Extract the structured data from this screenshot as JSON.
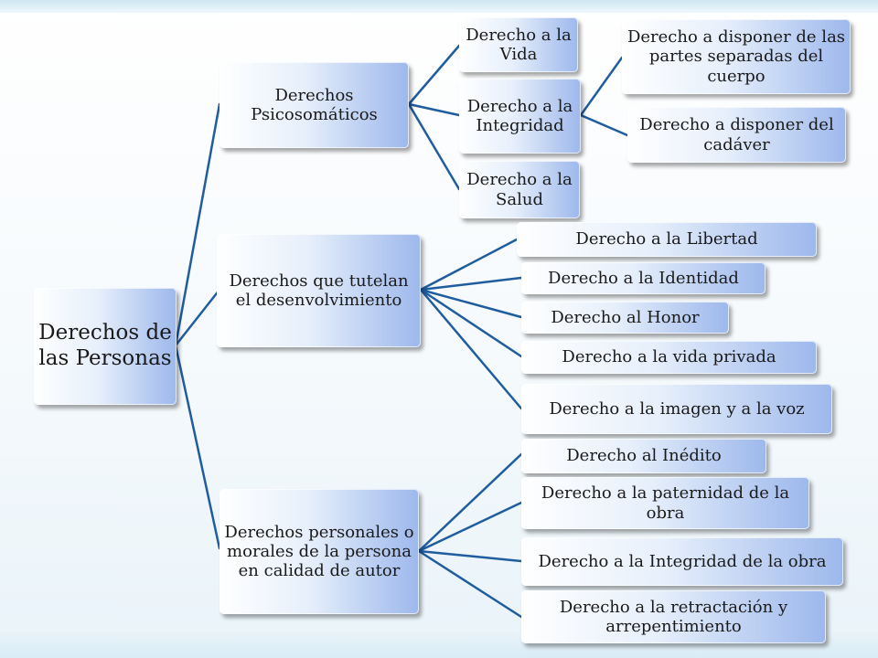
{
  "diagram": {
    "root": {
      "label": "Derechos de las Personas"
    },
    "branches": [
      {
        "label": "Derechos Psicosomáticos",
        "children": [
          {
            "label": "Derecho a la Vida"
          },
          {
            "label": "Derecho a la Integridad",
            "children": [
              {
                "label": "Derecho a disponer de las partes separadas del cuerpo"
              },
              {
                "label": "Derecho a disponer del cadáver"
              }
            ]
          },
          {
            "label": "Derecho a la Salud"
          }
        ]
      },
      {
        "label": "Derechos que tutelan el desenvolvimiento",
        "children": [
          {
            "label": "Derecho a la Libertad"
          },
          {
            "label": "Derecho a la Identidad"
          },
          {
            "label": "Derecho al Honor"
          },
          {
            "label": "Derecho a la vida privada"
          },
          {
            "label": "Derecho a la imagen y a la voz"
          }
        ]
      },
      {
        "label": "Derechos personales o morales de la persona en calidad de autor",
        "children": [
          {
            "label": "Derecho al Inédito"
          },
          {
            "label": "Derecho a la paternidad de la obra"
          },
          {
            "label": "Derecho a la Integridad de la obra"
          },
          {
            "label": "Derecho a la retractación y arrepentimiento"
          }
        ]
      }
    ]
  },
  "colors": {
    "connector": "#1f5d9e",
    "node_light": "#ffffff",
    "node_dark": "#9db8ec"
  }
}
